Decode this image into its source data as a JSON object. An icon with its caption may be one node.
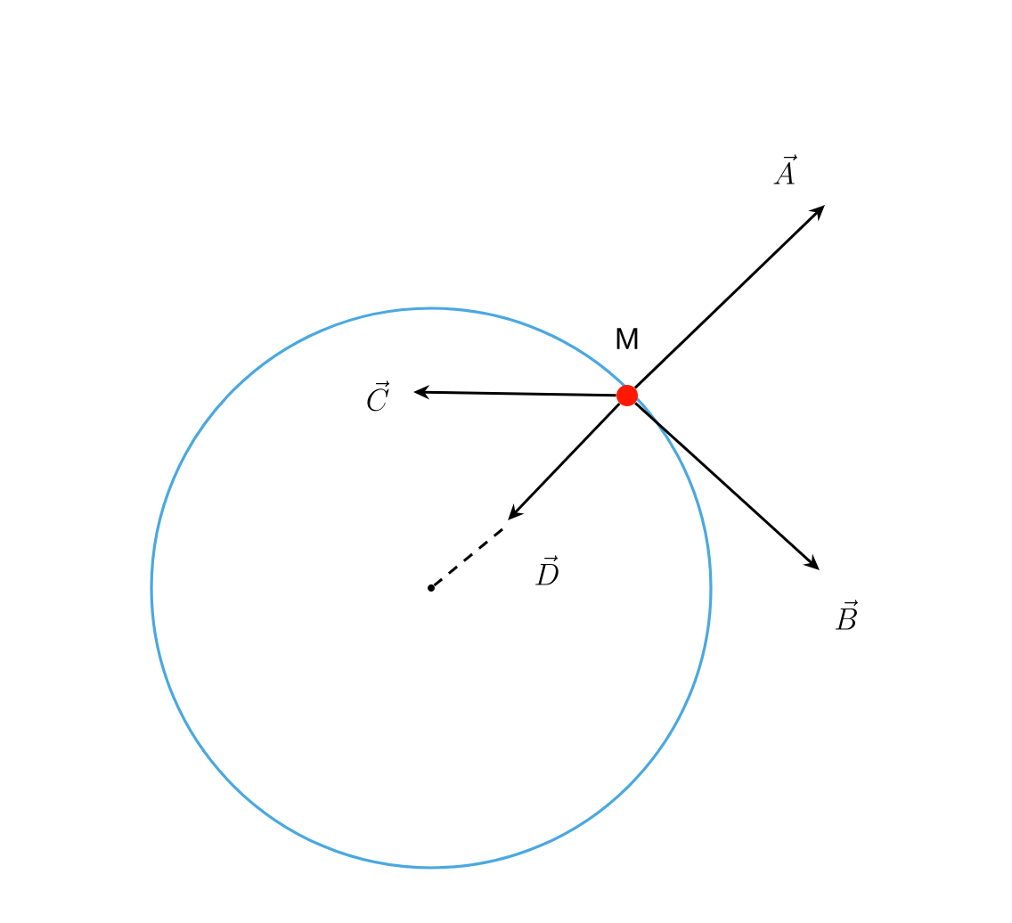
{
  "diagram": {
    "nodes": [
      {
        "text": [],
        "shape": "dot",
        "beside": [
          "M"
        ]
      },
      {
        "text": [],
        "shape": "dot"
      }
    ],
    "edges": [
      {
        "from": 0,
        "to": null,
        "arrow": "to",
        "label": "\\vec{A}"
      },
      {
        "from": 0,
        "to": null,
        "arrow": "to",
        "label": "\\vec{B}"
      },
      {
        "from": 0,
        "to": null,
        "arrow": "to",
        "label": "\\vec{C}"
      },
      {
        "from": 0,
        "to": null,
        "arrow": "to",
        "label": "\\vec{D}"
      },
      {
        "from": null,
        "to": 1,
        "arrow": "none",
        "style": "dashed"
      }
    ]
  }
}
